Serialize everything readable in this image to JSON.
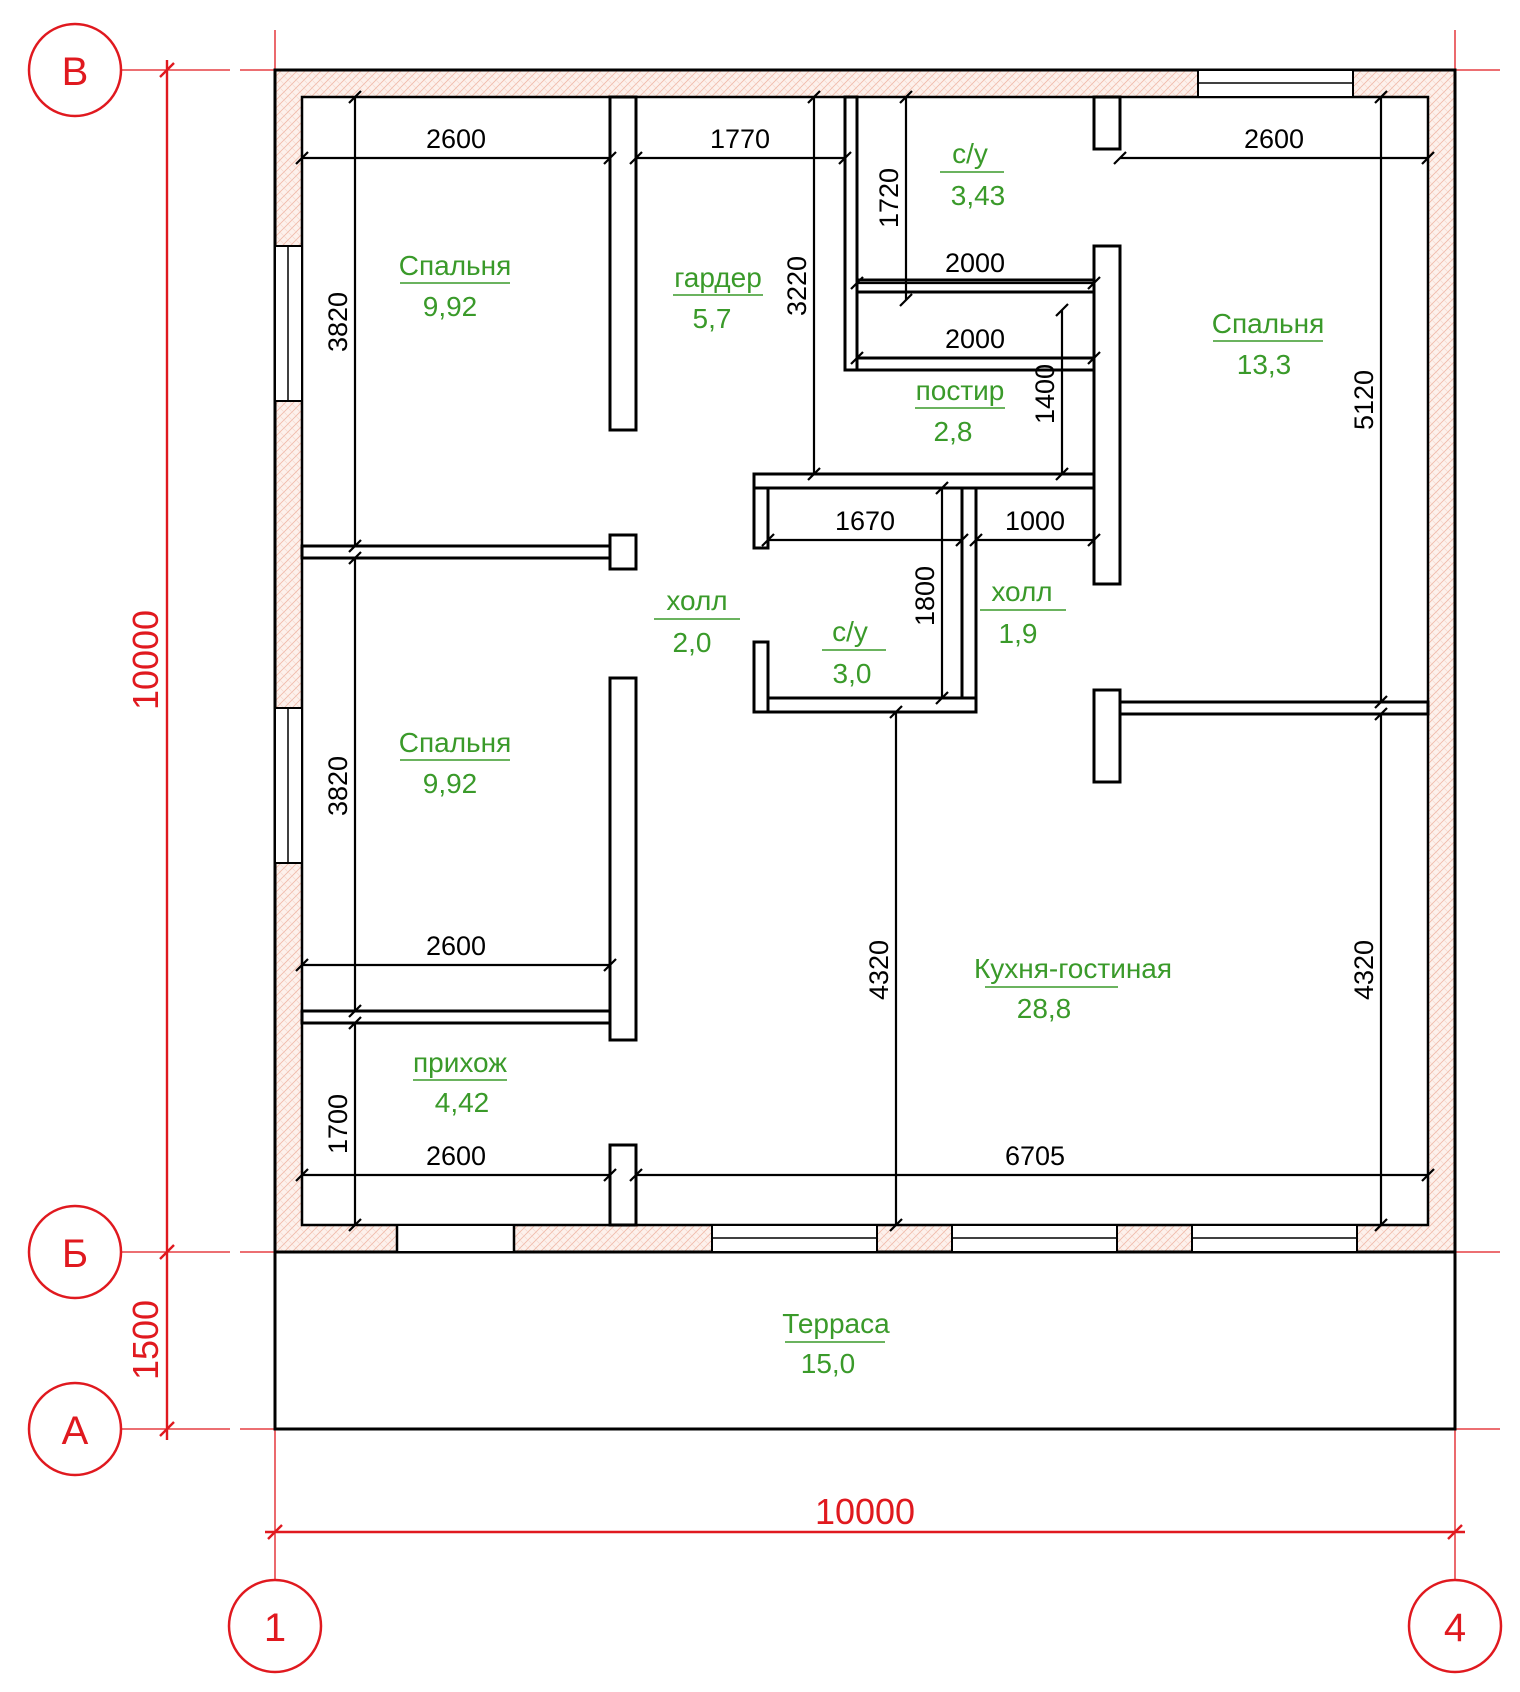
{
  "axes": {
    "rows": [
      "В",
      "Б",
      "А"
    ],
    "cols": [
      "1",
      "4"
    ]
  },
  "overall": {
    "width": "10000",
    "height_main": "10000",
    "height_terrace": "1500"
  },
  "rooms": {
    "bedroom_top_left": {
      "name": "Спальня",
      "area": "9,92"
    },
    "wardrobe": {
      "name": "гардер",
      "area": "5,7"
    },
    "wc_top": {
      "name": "с/у",
      "area": "3,43"
    },
    "linen": {
      "name": "постир",
      "area": "2,8"
    },
    "bedroom_right": {
      "name": "Спальня",
      "area": "13,3"
    },
    "hall_center": {
      "name": "холл",
      "area": "2,0"
    },
    "wc_center": {
      "name": "с/у",
      "area": "3,0"
    },
    "hall_right": {
      "name": "холл",
      "area": "1,9"
    },
    "bedroom_bottom_left": {
      "name": "Спальня",
      "area": "9,92"
    },
    "entry": {
      "name": "прихож",
      "area": "4,42"
    },
    "kitchen": {
      "name": "Кухня-гостиная",
      "area": "28,8"
    },
    "terrace": {
      "name": "Терраса",
      "area": "15,0"
    }
  },
  "dims": {
    "d_2600_a": "2600",
    "d_1770": "1770",
    "d_2600_b": "2600",
    "d_1720": "1720",
    "d_2000_a": "2000",
    "d_2000_b": "2000",
    "d_3220": "3220",
    "d_3820_a": "3820",
    "d_1400": "1400",
    "d_5120": "5120",
    "d_1670": "1670",
    "d_1000": "1000",
    "d_1800": "1800",
    "d_3820_b": "3820",
    "d_2600_c": "2600",
    "d_1700": "1700",
    "d_2600_d": "2600",
    "d_6705": "6705",
    "d_4320_a": "4320",
    "d_4320_b": "4320"
  }
}
